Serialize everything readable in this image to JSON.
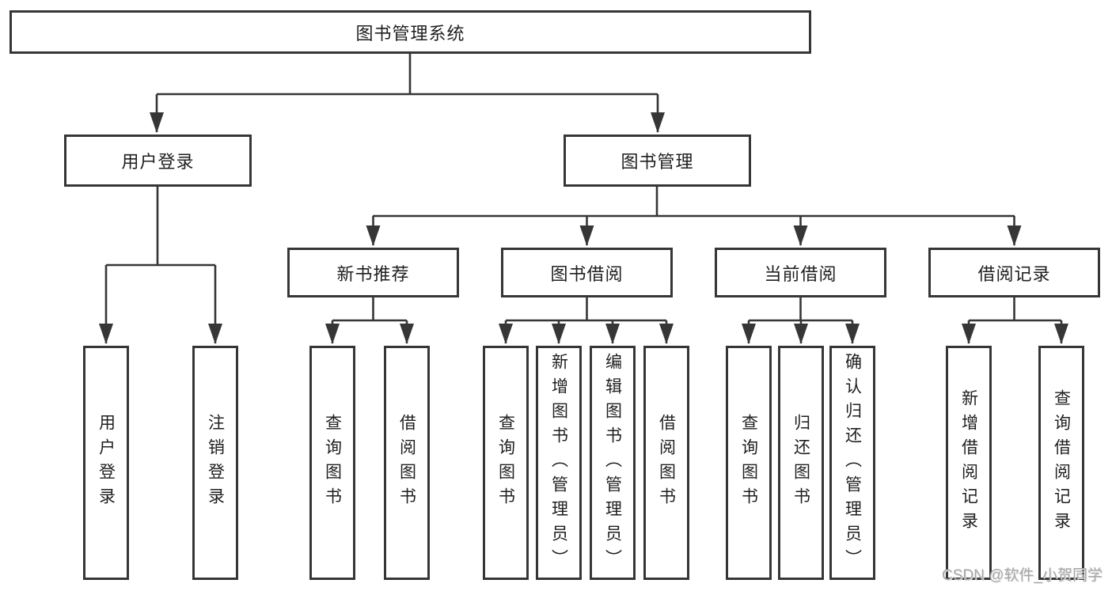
{
  "diagram": {
    "title_node": "图书管理系统",
    "tree": {
      "root": {
        "label": "图书管理系统",
        "children": [
          {
            "label": "用户登录",
            "children": [
              {
                "label": "用户登录"
              },
              {
                "label": "注销登录"
              }
            ]
          },
          {
            "label": "图书管理",
            "children": [
              {
                "label": "新书推荐",
                "children": [
                  {
                    "label": "查询图书"
                  },
                  {
                    "label": "借阅图书"
                  }
                ]
              },
              {
                "label": "图书借阅",
                "children": [
                  {
                    "label": "查询图书"
                  },
                  {
                    "label": "新增图书（管理员）"
                  },
                  {
                    "label": "编辑图书（管理员）"
                  },
                  {
                    "label": "借阅图书"
                  }
                ]
              },
              {
                "label": "当前借阅",
                "children": [
                  {
                    "label": "查询图书"
                  },
                  {
                    "label": "归还图书"
                  },
                  {
                    "label": "确认归还（管理员）"
                  }
                ]
              },
              {
                "label": "借阅记录",
                "children": [
                  {
                    "label": "新增借阅记录"
                  },
                  {
                    "label": "查询借阅记录"
                  }
                ]
              }
            ]
          }
        ]
      }
    },
    "colors": {
      "line": "#363636",
      "text": "#1f1f1f",
      "background": "#ffffff",
      "watermark": "#a6a6a6"
    }
  },
  "watermark": {
    "text": "CSDN @软件_小贺同学"
  }
}
